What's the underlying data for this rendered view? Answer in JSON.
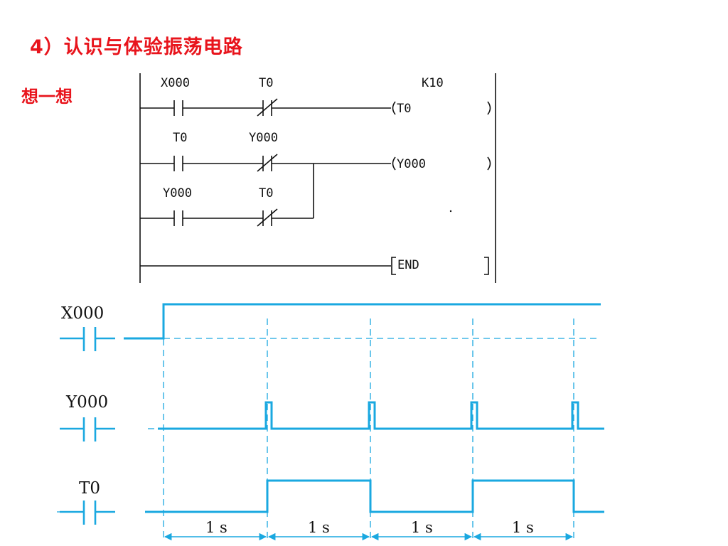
{
  "title": "4）认识与体验振荡电路",
  "subtitle": "想一想",
  "ladder": {
    "rung1": {
      "contact": "X000",
      "nc_contact": "T0",
      "coil": "T0",
      "setting": "K10"
    },
    "rung2": {
      "contact": "T0",
      "nc_contact": "Y000",
      "coil": "Y000"
    },
    "rung3": {
      "contact": "Y000",
      "nc_contact": "T0"
    },
    "end": "END"
  },
  "timing": {
    "signals": [
      "X000",
      "Y000",
      "T0"
    ],
    "durations": [
      "1 s",
      "1 s",
      "1 s",
      "1 s"
    ]
  },
  "colors": {
    "title": "#e8141c",
    "waveform": "#1aa8e0",
    "ladder": "#111111"
  }
}
